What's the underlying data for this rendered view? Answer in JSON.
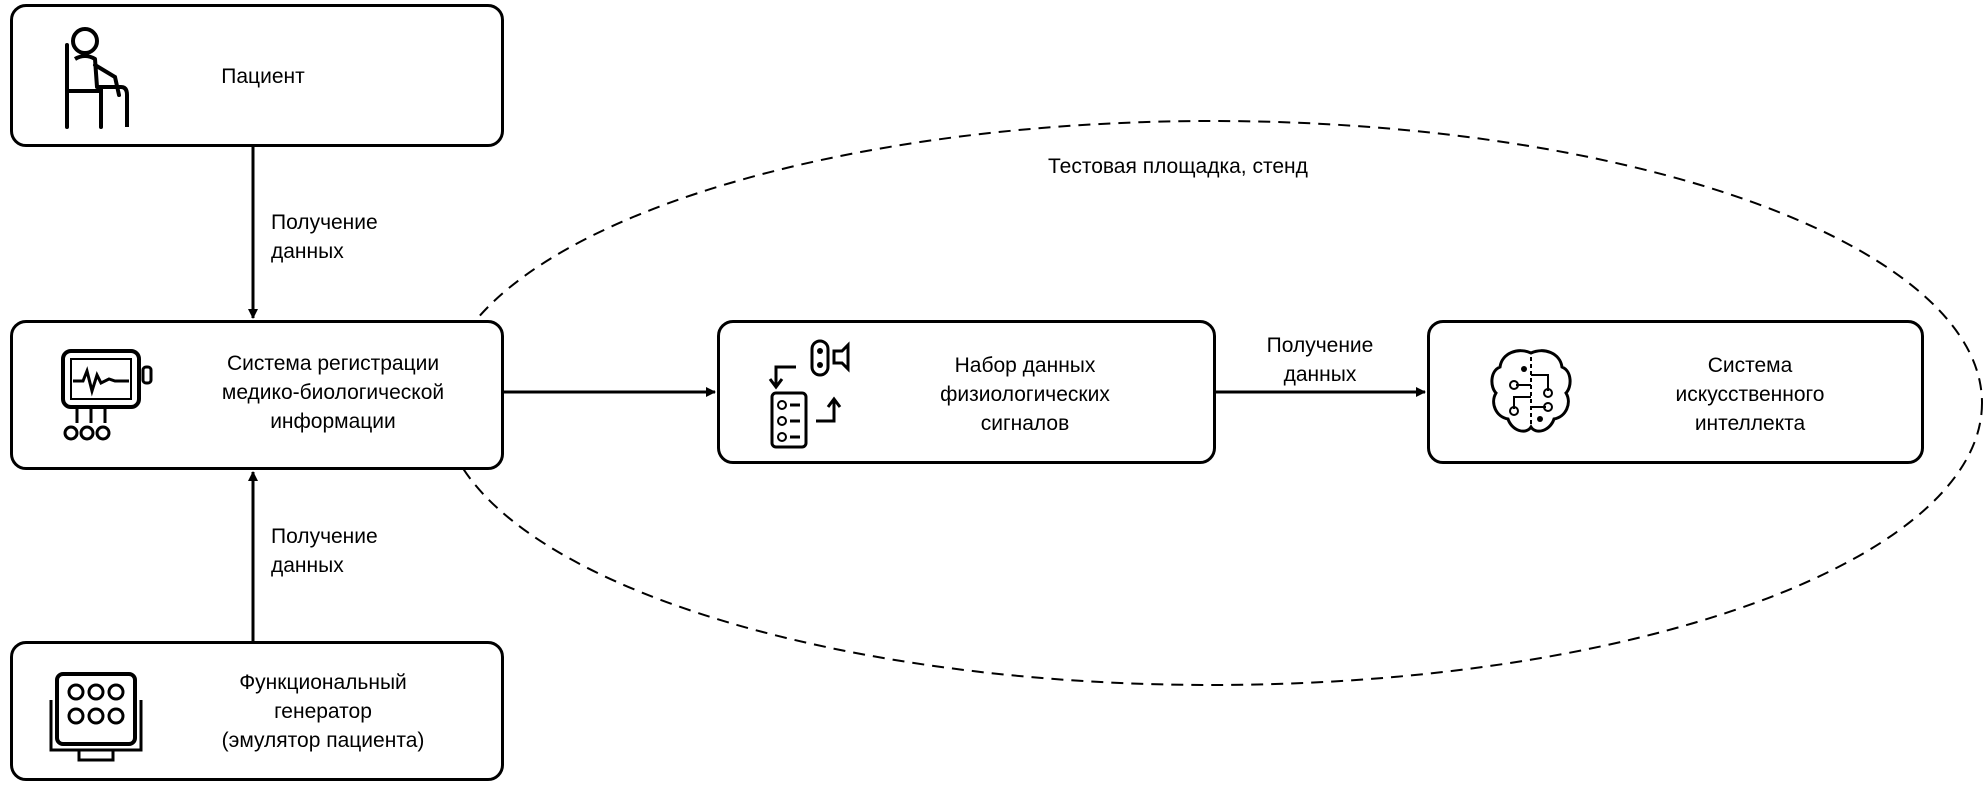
{
  "region": {
    "label": "Тестовая площадка, стенд"
  },
  "nodes": {
    "patient": {
      "label": "Пациент",
      "icon": "seated-person-icon"
    },
    "registration": {
      "label": "Система регистрации\nмедико-биологической\nинформации",
      "icon": "patient-monitor-icon"
    },
    "dataset": {
      "label": "Набор данных\nфизиологических\nсигналов",
      "icon": "data-transfer-icon"
    },
    "ai": {
      "label": "Система\nискусственного\nинтеллекта",
      "icon": "ai-brain-icon"
    },
    "generator": {
      "label": "Функциональный\nгенератор\n(эмулятор пациента)",
      "icon": "generator-panel-icon"
    }
  },
  "edges": {
    "patient_to_registration": {
      "label": "Получение\nданных"
    },
    "generator_to_registration": {
      "label": "Получение\nданных"
    },
    "registration_to_dataset": {
      "label": ""
    },
    "dataset_to_ai": {
      "label": "Получение\nданных"
    }
  }
}
